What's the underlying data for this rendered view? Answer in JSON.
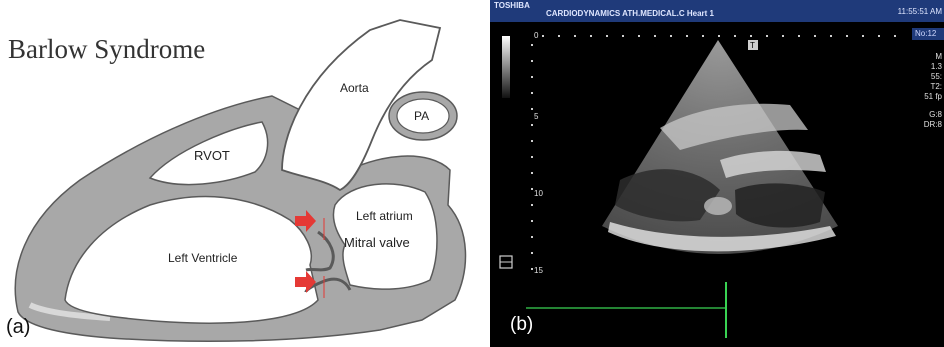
{
  "panel_a": {
    "title": "Barlow Syndrome",
    "label": "(a)",
    "structures": {
      "aorta": "Aorta",
      "pa": "PA",
      "rvot": "RVOT",
      "left_atrium": "Left atrium",
      "left_ventricle": "Left Ventricle",
      "mitral_valve": "Mitral valve"
    },
    "colors": {
      "wall": "#a8a8a8",
      "outline": "#555555",
      "arrow": "#e53935"
    }
  },
  "panel_b": {
    "label": "(b)",
    "header": {
      "brand": "TOSHIBA",
      "info": "CARDIODYNAMICS ATH.MEDICAL.C  Heart 1",
      "time": "11:55:51 AM"
    },
    "badge": "No:12",
    "params": [
      "M",
      "1.3",
      "55:",
      "T2:",
      "51 fp",
      "G:8",
      "DR:8"
    ],
    "depth_ticks": [
      "0",
      "5",
      "10",
      "15"
    ],
    "marker": "T",
    "colors": {
      "header": "#1f3a7a",
      "ecg": "#39d353"
    }
  }
}
